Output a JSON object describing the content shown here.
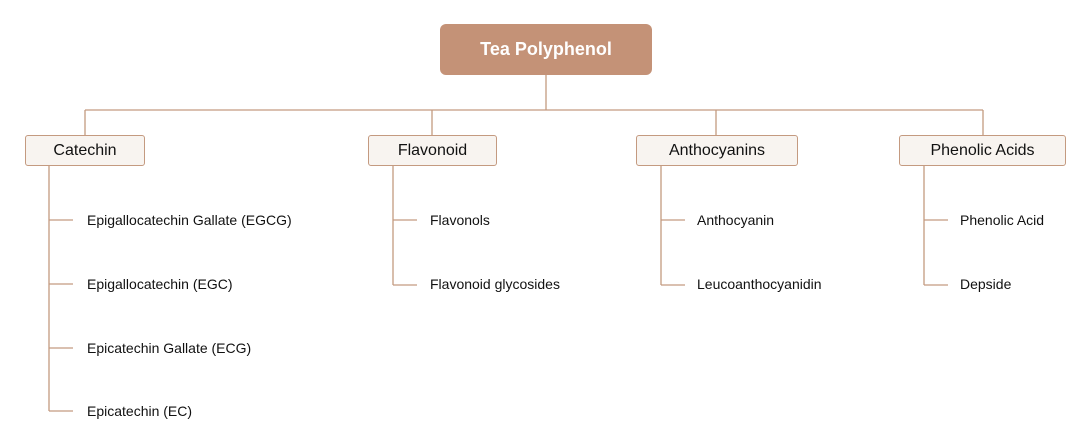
{
  "diagram": {
    "root": {
      "label": "Tea Polyphenol"
    },
    "categories": [
      {
        "label": "Catechin",
        "items": [
          "Epigallocatechin Gallate (EGCG)",
          "Epigallocatechin (EGC)",
          "Epicatechin Gallate (ECG)",
          "Epicatechin (EC)"
        ]
      },
      {
        "label": "Flavonoid",
        "items": [
          "Flavonols",
          "Flavonoid glycosides"
        ]
      },
      {
        "label": "Anthocyanins",
        "items": [
          "Anthocyanin",
          "Leucoanthocyanidin"
        ]
      },
      {
        "label": "Phenolic Acids",
        "items": [
          "Phenolic Acid",
          "Depside"
        ]
      }
    ],
    "colors": {
      "root_fill": "#c49277",
      "root_text": "#ffffff",
      "category_fill": "#f8f4f0",
      "line": "#c49a80"
    }
  }
}
